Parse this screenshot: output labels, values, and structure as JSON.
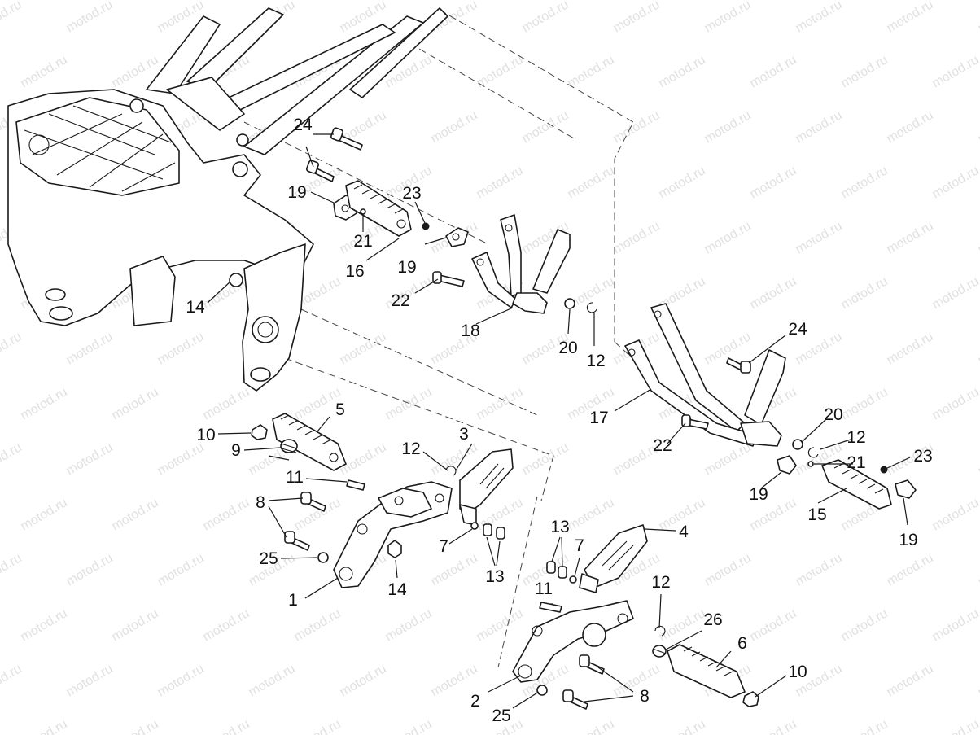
{
  "watermark": "motod.ru",
  "callouts": [
    "24",
    "19",
    "23",
    "21",
    "16",
    "19",
    "22",
    "18",
    "20",
    "12",
    "14",
    "24",
    "17",
    "20",
    "12",
    "22",
    "23",
    "21",
    "19",
    "15",
    "19",
    "5",
    "10",
    "9",
    "3",
    "12",
    "11",
    "8",
    "25",
    "1",
    "14",
    "7",
    "13",
    "4",
    "13",
    "7",
    "11",
    "12",
    "26",
    "6",
    "10",
    "2",
    "25",
    "8"
  ]
}
